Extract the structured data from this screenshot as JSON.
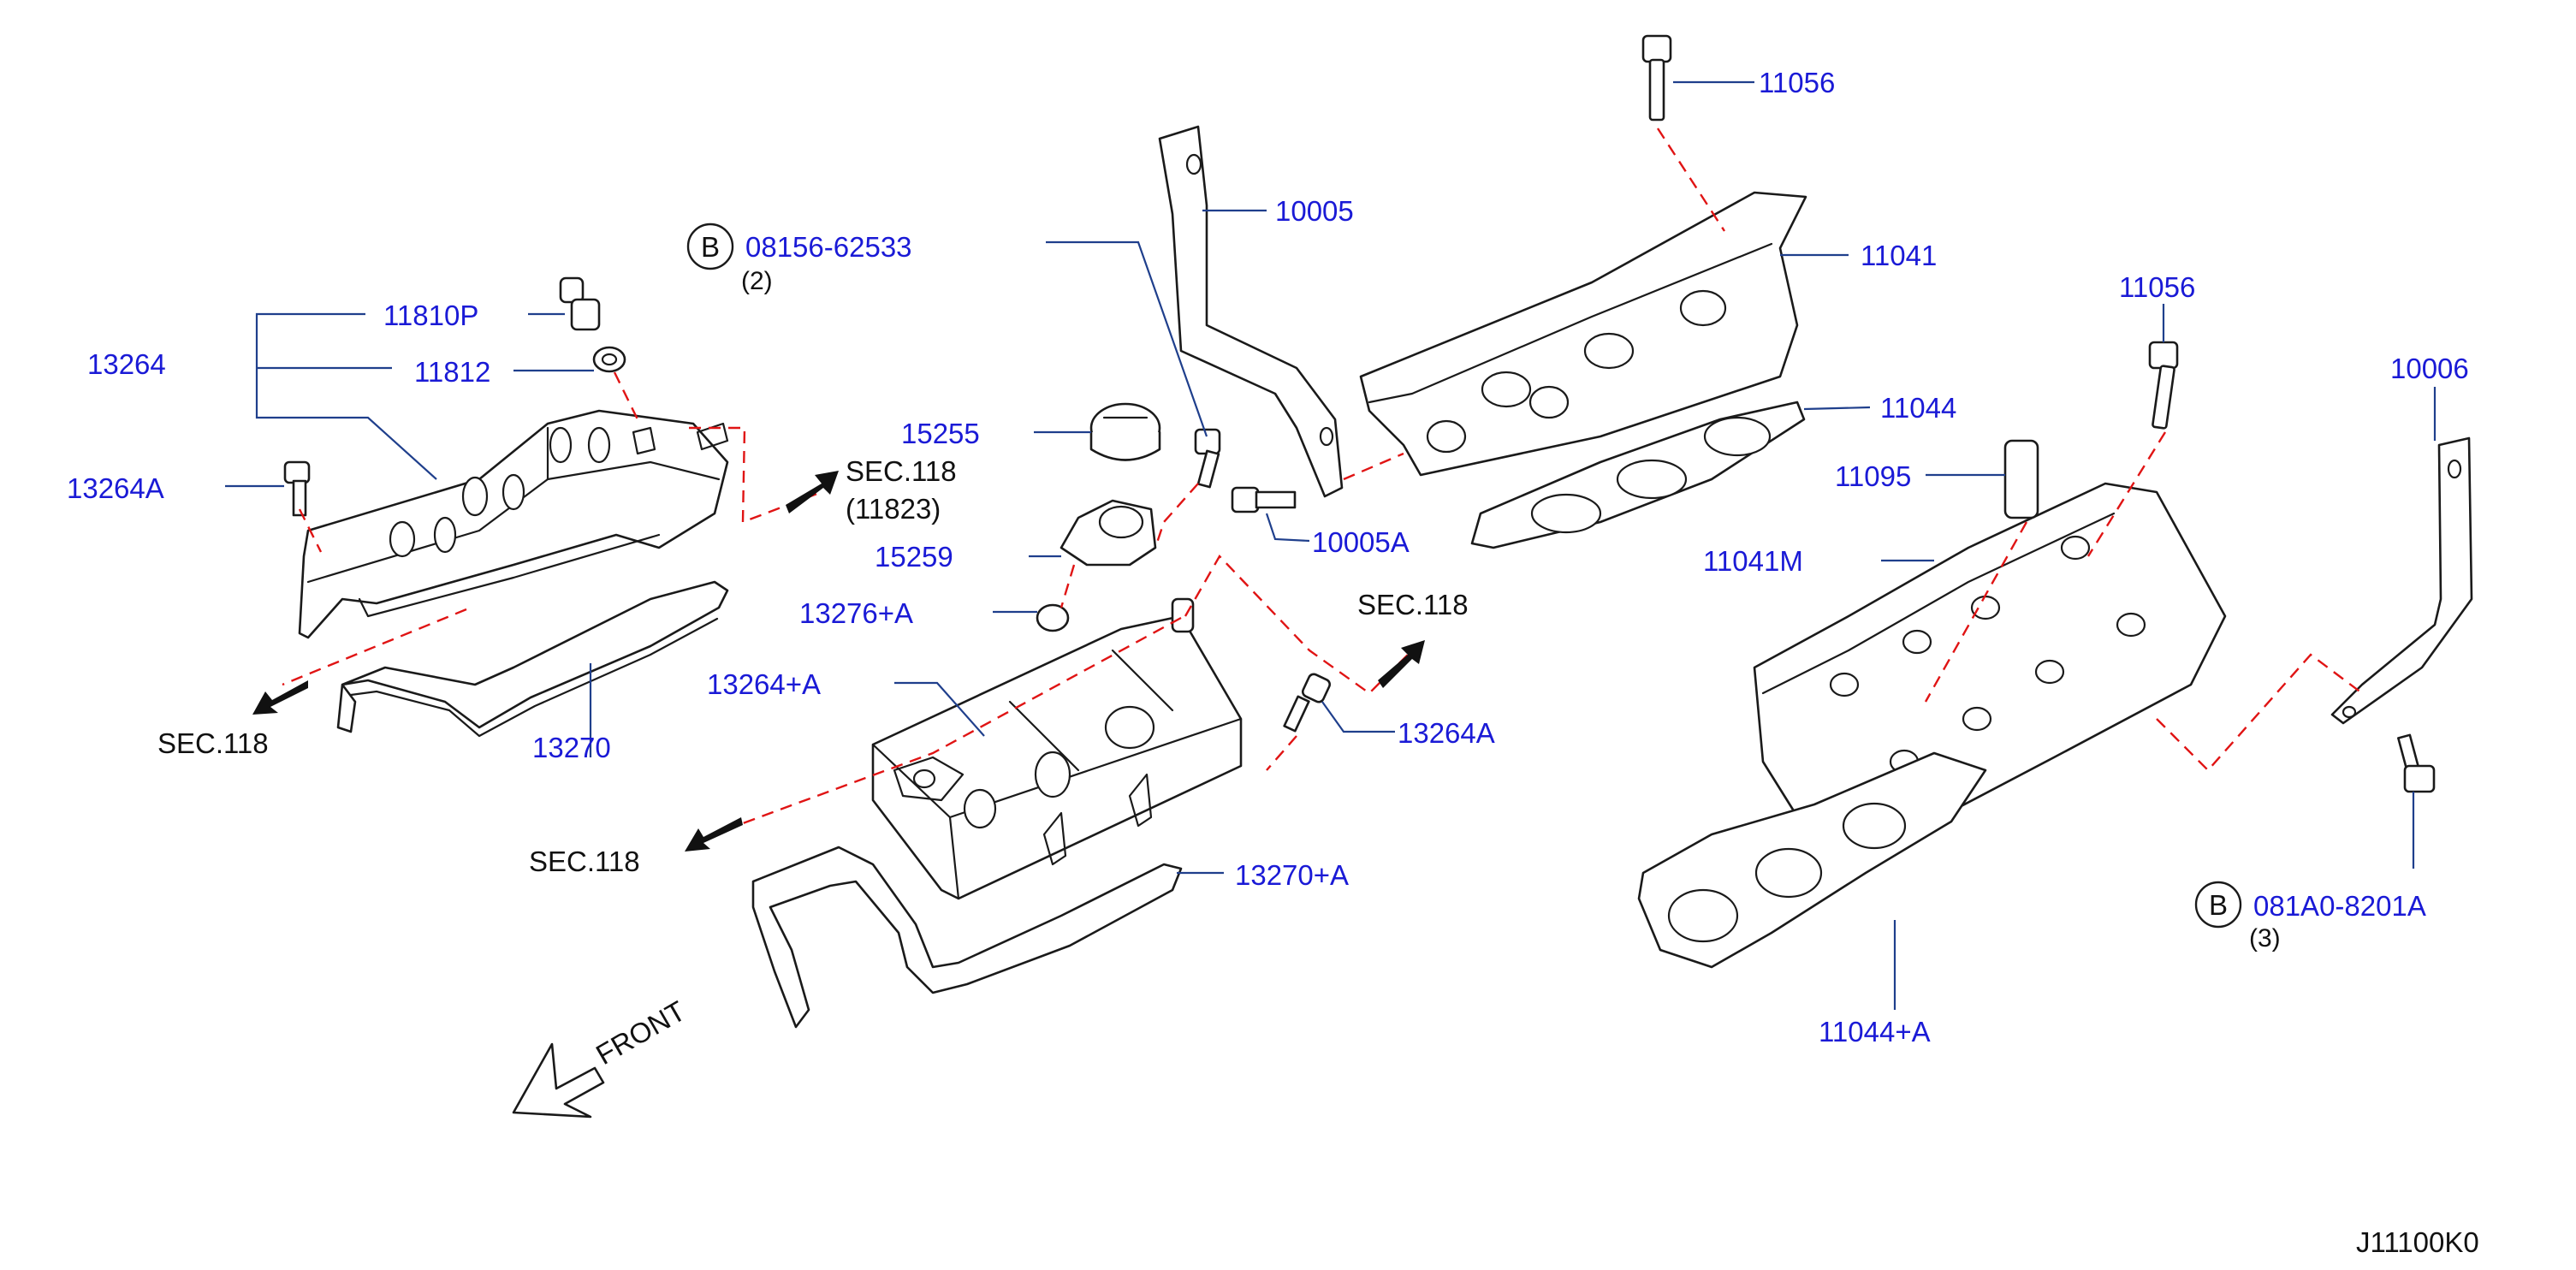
{
  "colors": {
    "part_label": "#1a1ad6",
    "leader": "#1f3f8c",
    "dashed_guide": "#e01414",
    "line_art": "#1a1a1a",
    "background": "#ffffff"
  },
  "labels": {
    "p13264": "13264",
    "p11810P": "11810P",
    "p11812": "11812",
    "p13264A_left": "13264A",
    "p13270": "13270",
    "p08156": "08156-62533",
    "p08156_qty": "(2)",
    "p10005": "10005",
    "p15255": "15255",
    "p15259": "15259",
    "p10005A": "10005A",
    "p13276A": "13276+A",
    "p13264pA": "13264+A",
    "p13264A_center": "13264A",
    "p13270pA": "13270+A",
    "p11056_top": "11056",
    "p11041": "11041",
    "p11044": "11044",
    "p11056_right": "11056",
    "p11095": "11095",
    "p11041M": "11041M",
    "p10006": "10006",
    "p081A0": "081A0-8201A",
    "p081A0_qty": "(3)",
    "p11044pA": "11044+A"
  },
  "references": {
    "sec_upper": "SEC.118",
    "sec_upper_sub": "(11823)",
    "sec_left": "SEC.118",
    "sec_center_left": "SEC.118",
    "sec_center_right": "SEC.118"
  },
  "bolt_symbol": "B",
  "front_label": "FRONT",
  "diagram_code": "J11100K0"
}
